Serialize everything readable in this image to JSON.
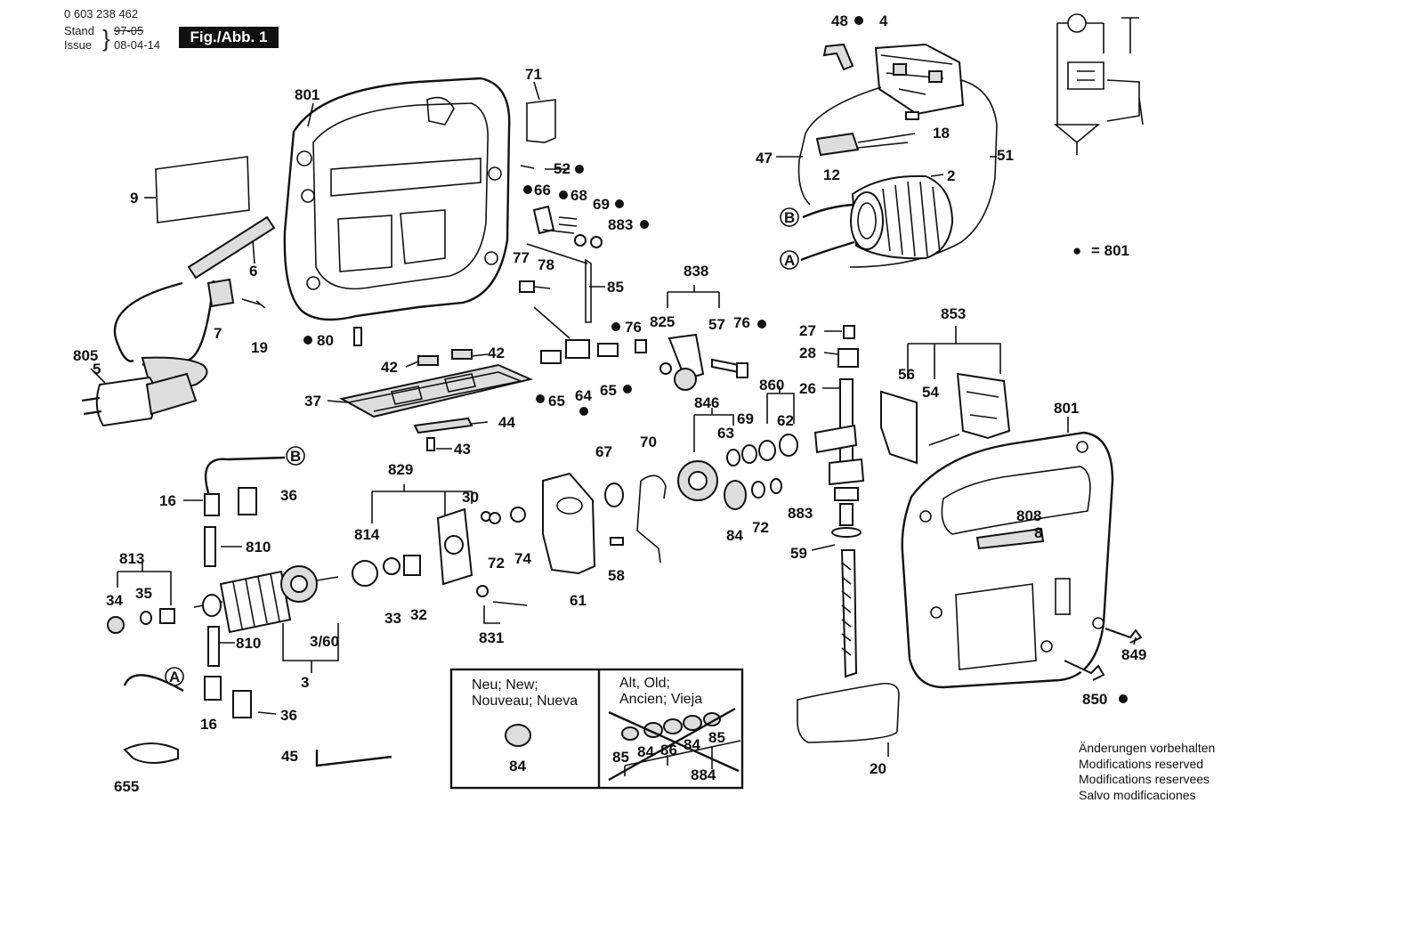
{
  "header": {
    "doc_number": "0 603 238 462",
    "stand_label": "Stand",
    "stand_value": "97-05",
    "issue_label": "Issue",
    "issue_value": "08-04-14",
    "figure_tag": "Fig./Abb. 1"
  },
  "legend": {
    "symbol": "●",
    "text": "= 801"
  },
  "note": {
    "line1": "Änderungen vorbehalten",
    "line2": "Modifications reserved",
    "line3": "Modifications reservees",
    "line4": "Salvo modificaciones"
  },
  "inset": {
    "new_line1": "Neu; New;",
    "new_line2": "Nouveau; Nueva",
    "new_part": "84",
    "old_line1": "Alt, Old;",
    "old_line2": "Ancien; Vieja",
    "old_parts": [
      "85",
      "84",
      "86",
      "84",
      "85"
    ],
    "old_group": "884"
  },
  "callouts": {
    "c801a": "801",
    "c71": "71",
    "c52": "52",
    "c9": "9",
    "c66": "66",
    "c68": "68",
    "c69a": "69",
    "c883a": "883",
    "c6": "6",
    "c77": "77",
    "c78": "78",
    "c85": "85",
    "c7": "7",
    "c19": "19",
    "c80": "80",
    "c805": "805",
    "c5": "5",
    "c42a": "42",
    "c42b": "42",
    "c37": "37",
    "c65a": "65",
    "c64": "64",
    "c65b": "65",
    "c44": "44",
    "c43": "43",
    "c838": "838",
    "c825": "825",
    "c57": "57",
    "c76a": "76",
    "c76b": "76",
    "c48": "48",
    "c4": "4",
    "c47": "47",
    "c18": "18",
    "c12": "12",
    "c51": "51",
    "c2": "2",
    "cB1": "B",
    "cA1": "A",
    "c27": "27",
    "c28": "28",
    "c26": "26",
    "c853": "853",
    "c56": "56",
    "c54": "54",
    "c860": "860",
    "c846": "846",
    "c69b": "69",
    "c62": "62",
    "c63": "63",
    "c801b": "801",
    "c808": "808",
    "c8": "8",
    "cB2": "B",
    "c16a": "16",
    "c36a": "36",
    "c810a": "810",
    "c829": "829",
    "c30": "30",
    "c814": "814",
    "c67": "67",
    "c70": "70",
    "c883b": "883",
    "c72a": "72",
    "c74": "74",
    "c84": "84",
    "c72b": "72",
    "c59": "59",
    "c813": "813",
    "c34": "34",
    "c35": "35",
    "c33": "33",
    "c32": "32",
    "c58": "58",
    "c61": "61",
    "c810b": "810",
    "c360": "3/60",
    "c3": "3",
    "c831": "831",
    "c849": "849",
    "cA2": "A",
    "c16b": "16",
    "c36b": "36",
    "c850": "850",
    "c20": "20",
    "c655": "655",
    "c45": "45"
  }
}
